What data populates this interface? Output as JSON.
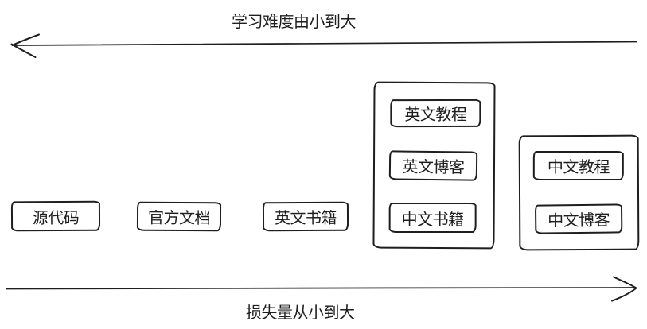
{
  "diagram": {
    "top_axis": {
      "label": "学习难度由小到大",
      "direction": "left"
    },
    "bottom_axis": {
      "label": "损失量从小到大",
      "direction": "right"
    },
    "standalone_boxes": [
      {
        "label": "源代码"
      },
      {
        "label": "官方文档"
      },
      {
        "label": "英文书籍"
      }
    ],
    "groups": [
      {
        "name": "english-resources-group",
        "items": [
          {
            "label": "英文教程"
          },
          {
            "label": "英文博客"
          },
          {
            "label": "中文书籍"
          }
        ]
      },
      {
        "name": "chinese-resources-group",
        "items": [
          {
            "label": "中文教程"
          },
          {
            "label": "中文博客"
          }
        ]
      }
    ],
    "colors": {
      "stroke": "#1e1e1e",
      "background": "#ffffff"
    }
  }
}
